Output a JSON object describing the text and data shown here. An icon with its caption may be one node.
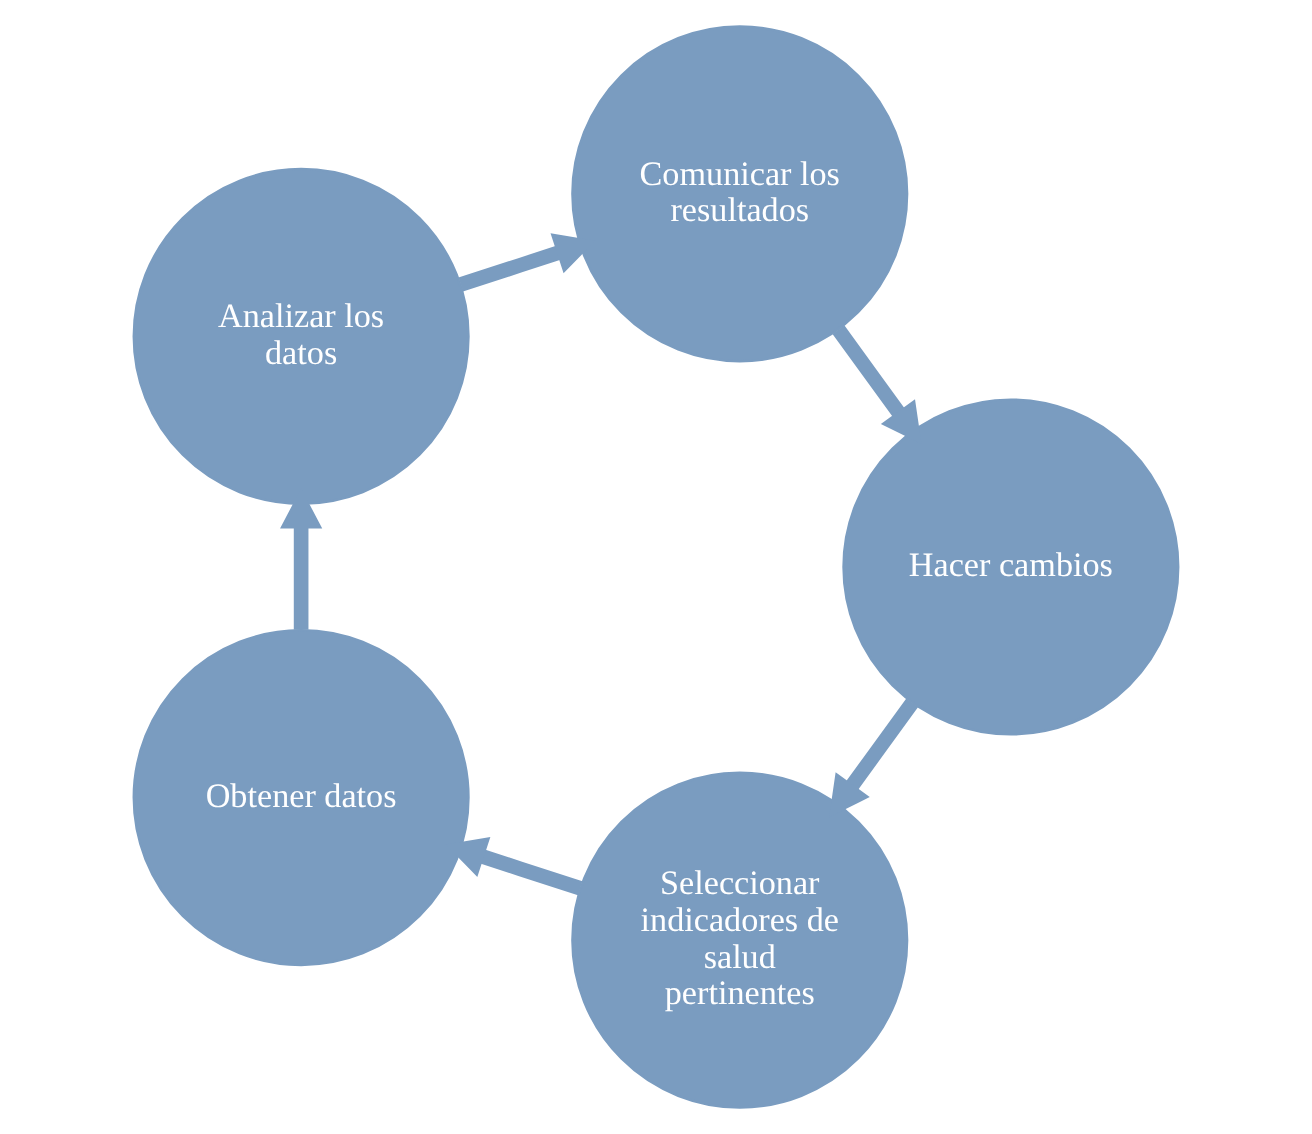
{
  "diagram": {
    "nodes": [
      {
        "text": [
          "Seleccionar indicadores de salud pertinentes"
        ]
      },
      {
        "text": [
          "Obtener datos"
        ]
      },
      {
        "text": [
          "Analizar los datos"
        ]
      },
      {
        "text": [
          "Comunicar los resultados"
        ]
      },
      {
        "text": [
          "Hacer cambios"
        ]
      }
    ],
    "edges": [
      {
        "from": 0,
        "to": 1,
        "arrow": "to"
      },
      {
        "from": 1,
        "to": 2,
        "arrow": "to"
      },
      {
        "from": 2,
        "to": 3,
        "arrow": "to"
      },
      {
        "from": 3,
        "to": 4,
        "arrow": "to"
      },
      {
        "from": 4,
        "to": 0,
        "arrow": "to"
      }
    ]
  }
}
